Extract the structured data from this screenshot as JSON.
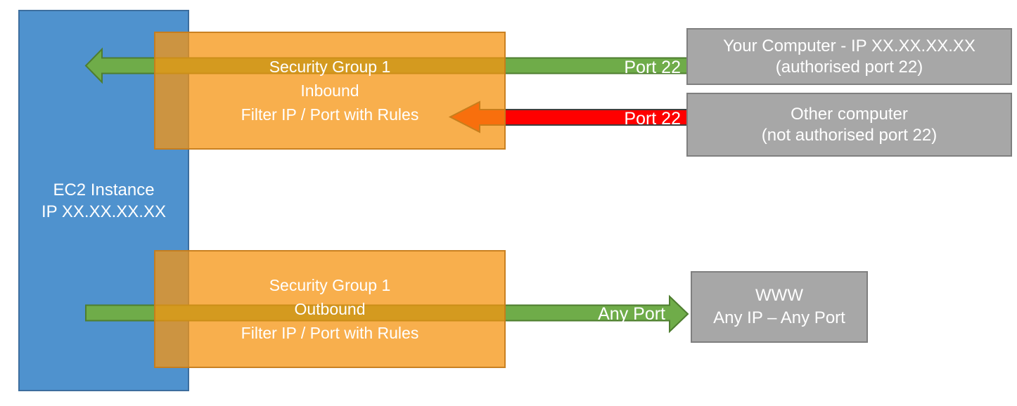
{
  "colors": {
    "blue_fill": "#4F92CE",
    "blue_stroke": "#3D6E9E",
    "orange_fill": "#F69412",
    "orange_stroke": "#C67C1B",
    "green_fill": "#6FAC49",
    "green_stroke": "#4E7D2F",
    "red_fill": "#FF0000",
    "red_stroke": "#3F3F3F",
    "gray_fill": "#A7A7A7",
    "gray_stroke": "#7F7F7F",
    "text": "#FFFFFF"
  },
  "ec2_box": {
    "line1": "EC2 Instance",
    "line2": "IP XX.XX.XX.XX"
  },
  "inbound_group": {
    "line1": "Security Group 1",
    "line2": "Inbound",
    "line3": "Filter IP / Port with Rules"
  },
  "outbound_group": {
    "line1": "Security Group 1",
    "line2": "Outbound",
    "line3": "Filter IP / Port with Rules"
  },
  "your_computer": {
    "line1": "Your Computer - IP XX.XX.XX.XX",
    "line2": "(authorised port 22)"
  },
  "other_computer": {
    "line1": "Other computer",
    "line2": "(not authorised port 22)"
  },
  "www": {
    "line1": "WWW",
    "line2": "Any IP – Any Port"
  },
  "arrow_labels": {
    "ssh_allowed": "Port 22",
    "ssh_blocked": "Port 22",
    "outbound_any": "Any Port"
  }
}
